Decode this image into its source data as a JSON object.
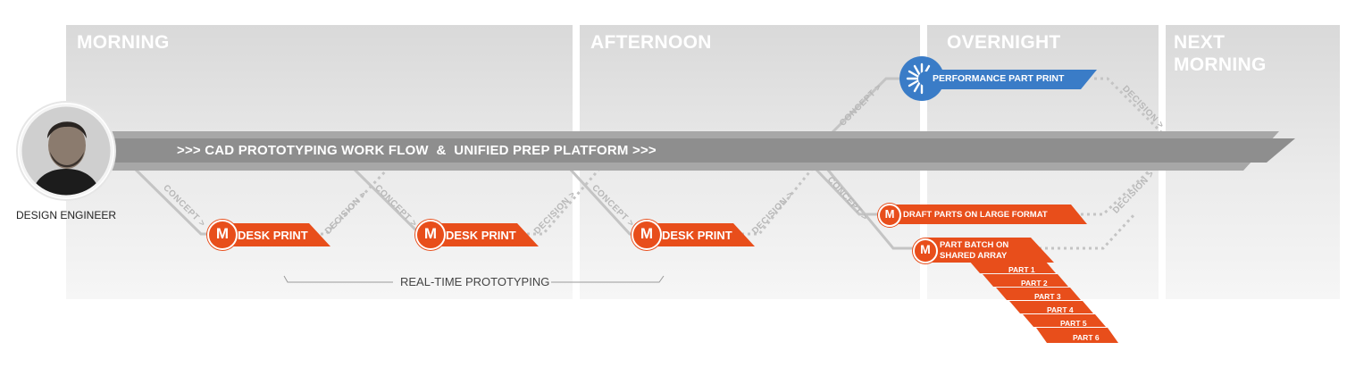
{
  "phases": [
    {
      "label": "MORNING"
    },
    {
      "label": "AFTERNOON"
    },
    {
      "label": "OVERNIGHT"
    },
    {
      "label": "NEXT\nMORNING"
    }
  ],
  "person": {
    "role": "DESIGN ENGINEER"
  },
  "workflow_banner": ">>> CAD PROTOTYPING WORK FLOW  &  UNIFIED PREP PLATFORM >>>",
  "connector_labels": {
    "concept": "CONCEPT >",
    "decision": "DECISION >"
  },
  "logo_letter": "M",
  "nodes": {
    "desk_print": "DESK PRINT",
    "performance_part_print": "PERFORMANCE PART PRINT",
    "draft_parts": "DRAFT PARTS  ON  LARGE FORMAT",
    "part_batch_line1": "PART BATCH ON",
    "part_batch_line2": "SHARED ARRAY"
  },
  "parts": [
    "PART 1",
    "PART 2",
    "PART 3",
    "PART 4",
    "PART 5",
    "PART 6"
  ],
  "bracket_label": "REAL-TIME PROTOTYPING",
  "colors": {
    "orange": "#e84e1b",
    "blue": "#3a7cc7",
    "banner": "#8e8e8e",
    "connector": "#c2c2c2"
  }
}
